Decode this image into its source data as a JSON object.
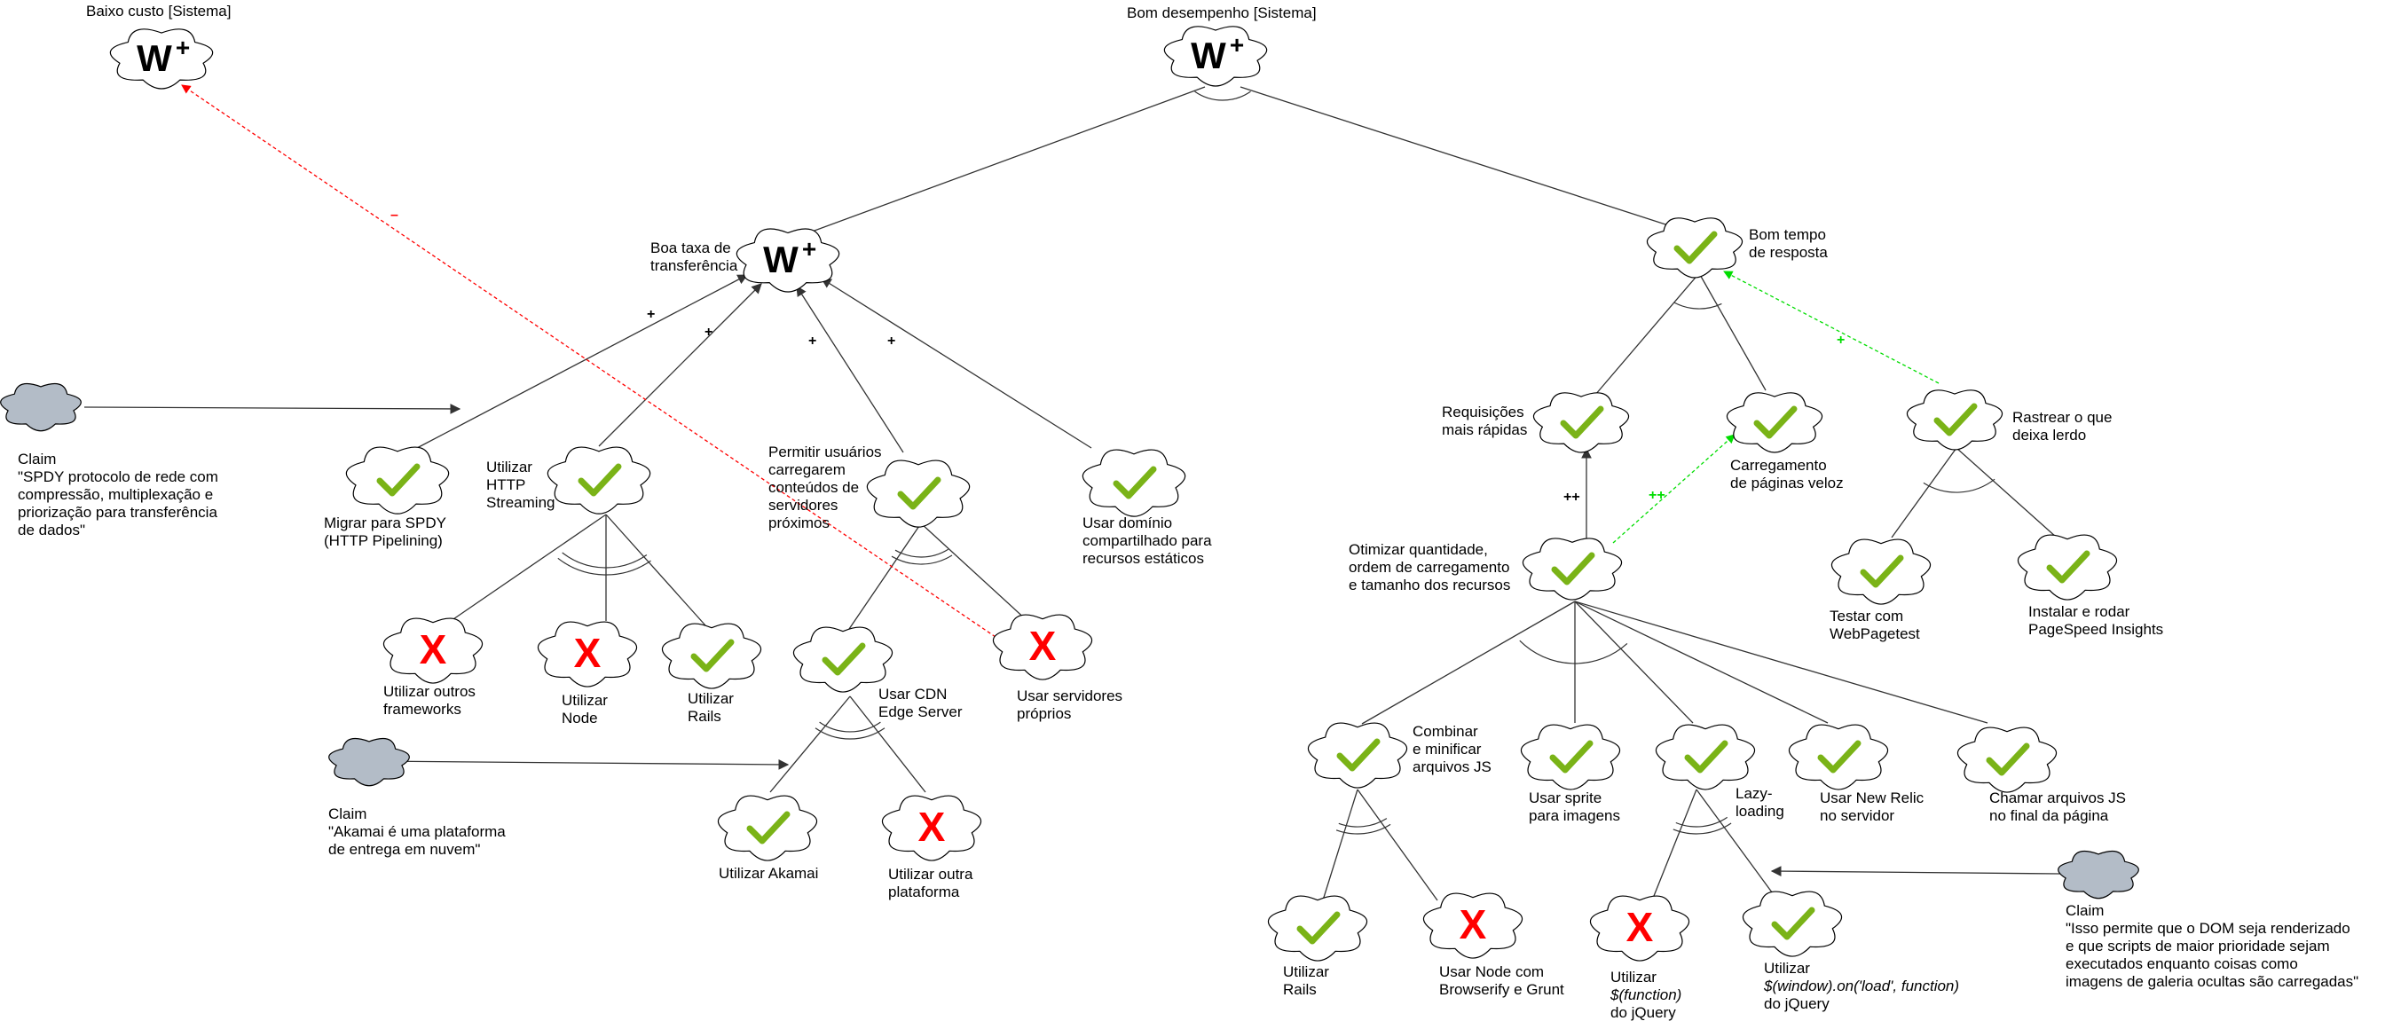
{
  "colors": {
    "line": "#333333",
    "cloud_stroke": "#000000",
    "cloud_fill": "#ffffff",
    "claim_fill": "#b3bcc7",
    "check": "#7ab317",
    "cross": "#ff0000",
    "negative_link": "#ff0000",
    "positive_link": "#00dd00"
  },
  "goals": {
    "baixo_custo": "Baixo custo [Sistema]",
    "bom_desempenho": "Bom desempenho [Sistema]",
    "boa_taxa": "Boa taxa de\ntransferência",
    "bom_tempo": "Bom tempo\nde resposta",
    "requisicoes": "Requisições\nmais rápidas",
    "carregamento": "Carregamento\nde páginas veloz",
    "rastrear": "Rastrear o que\ndeixa lerdo",
    "otimizar": "Otimizar quantidade,\nordem de carregamento\ne tamanho dos recursos"
  },
  "tasks": {
    "spdy": "Migrar para SPDY\n(HTTP Pipelining)",
    "streaming": "Utilizar\nHTTP\nStreaming",
    "permitir": "Permitir usuários\ncarregarem\nconteúdos de\nservidores\npróximos",
    "dominio": "Usar domínio\ncompartilhado para\nrecursos estáticos",
    "outros_frameworks": "Utilizar outros\nframeworks",
    "node": "Utilizar\nNode",
    "rails_a": "Utilizar\nRails",
    "cdn": "Usar CDN\nEdge Server",
    "servidores": "Usar servidores\npróprios",
    "akamai": "Utilizar Akamai",
    "outra_plataforma": "Utilizar outra\nplataforma",
    "webpagetest": "Testar com\nWebPagetest",
    "pagespeed": "Instalar e rodar\nPageSpeed Insights",
    "combinar": "Combinar\ne minificar\narquivos JS",
    "sprite": "Usar sprite\npara imagens",
    "lazy": "Lazy-\nloading",
    "newrelic": "Usar New Relic\nno servidor",
    "chamar": "Chamar arquivos JS\nno final da página",
    "rails_b": "Utilizar\nRails",
    "browserify": "Usar Node com\nBrowserify e Grunt",
    "jq_function_line1": "Utilizar",
    "jq_function_code": "$(function)",
    "jq_function_line3": "do jQuery",
    "jq_window_line1": "Utilizar",
    "jq_window_code": "$(window).on('load', function)",
    "jq_window_line3": "do jQuery"
  },
  "claims": {
    "spdy": "Claim\n\"SPDY protocolo de rede com\ncompressão, multiplexação e\npriorização para transferência\nde dados\"",
    "akamai": "Claim\n\"Akamai é uma plataforma\nde entrega em nuvem\"",
    "dom": "Claim\n\"Isso permite que o DOM seja renderizado\ne que scripts de maior prioridade sejam\nexecutados enquanto coisas como\nimagens de galeria ocultas são carregadas\""
  },
  "contributions": {
    "plus": "+",
    "minus": "–",
    "plus_plus": "++"
  },
  "softgoal_mark": "W",
  "softgoal_mark_sup": "+",
  "cross_mark": "X"
}
